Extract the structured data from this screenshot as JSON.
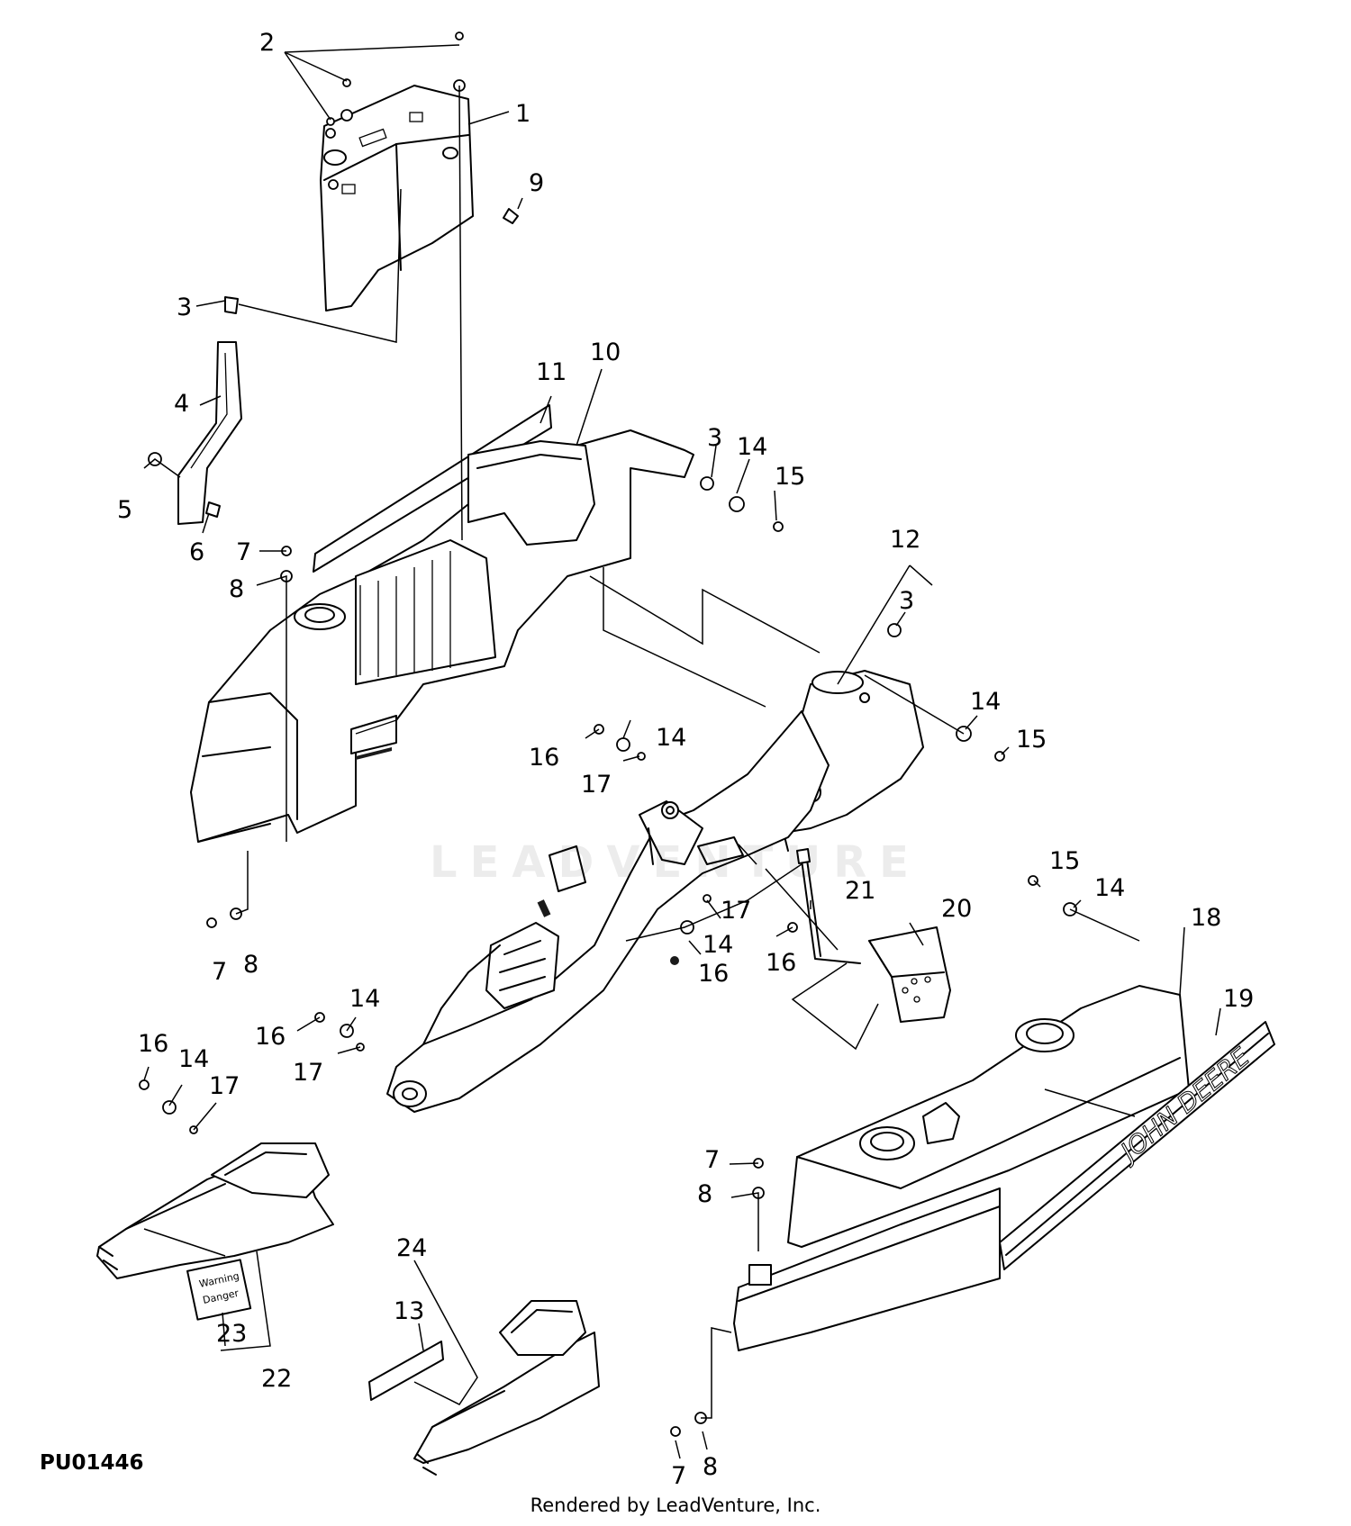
{
  "figure_id": "PU01446",
  "credit": "Rendered by LeadVenture, Inc.",
  "watermark": "LEADVENTURE",
  "decal_text": {
    "brand": "JOHN DEERE",
    "warning_line1": "Warning",
    "warning_line2": "Danger"
  },
  "callouts": [
    "1",
    "2",
    "3",
    "3",
    "3",
    "4",
    "5",
    "6",
    "7",
    "7",
    "7",
    "7",
    "8",
    "8",
    "8",
    "8",
    "9",
    "10",
    "11",
    "12",
    "13",
    "14",
    "14",
    "14",
    "14",
    "14",
    "14",
    "14",
    "15",
    "15",
    "15",
    "16",
    "16",
    "16",
    "16",
    "17",
    "17",
    "17",
    "17",
    "18",
    "19",
    "20",
    "21",
    "22",
    "23",
    "24"
  ]
}
